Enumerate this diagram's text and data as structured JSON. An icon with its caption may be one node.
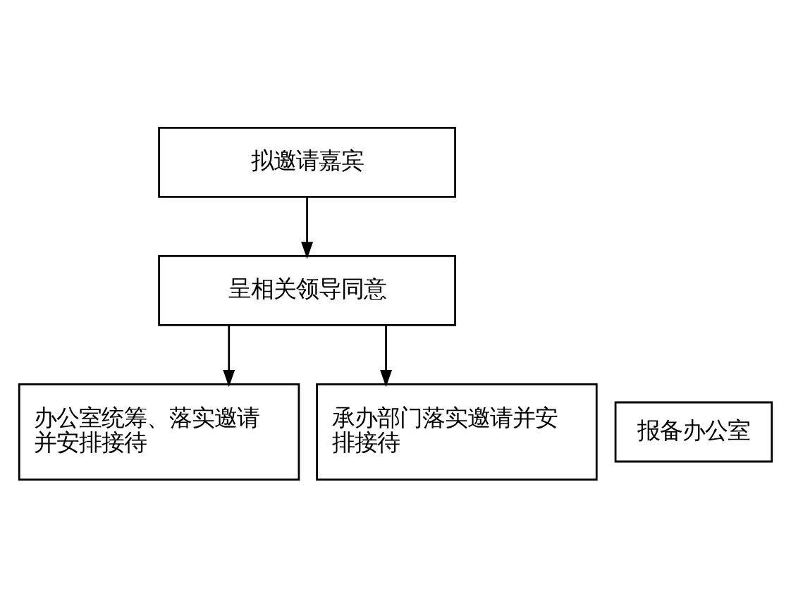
{
  "diagram": {
    "nodes": [
      {
        "text": [
          "拟邀请嘉宾"
        ]
      },
      {
        "text": [
          "呈相关领导同意"
        ]
      },
      {
        "text": [
          "办公室统筹、落实邀请并安排接待"
        ]
      },
      {
        "text": [
          "承办部门落实邀请并安排接待"
        ]
      },
      {
        "text": [
          "报备办公室"
        ]
      }
    ],
    "edges": [
      {
        "from": 0,
        "to": 1,
        "arrow": "to"
      },
      {
        "from": 1,
        "to": 2,
        "arrow": "to"
      },
      {
        "from": 1,
        "to": 3,
        "arrow": "to"
      }
    ]
  }
}
